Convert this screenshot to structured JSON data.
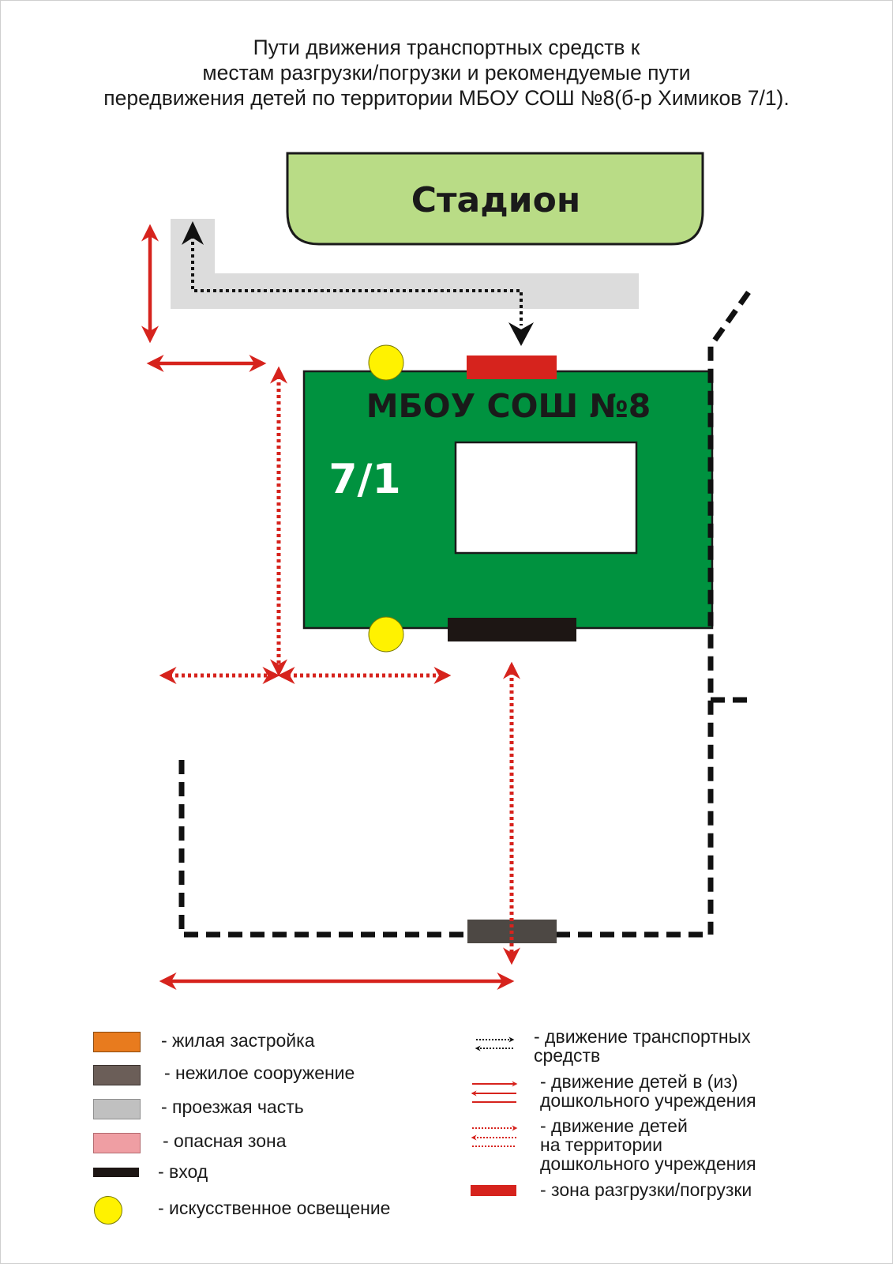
{
  "title": {
    "line1": "Пути движения транспортных средств к",
    "line2": "местам разгрузки/погрузки и рекомендуемые пути",
    "line3": "передвижения детей по территории МБОУ СОШ №8(б-р Химиков 7/1)."
  },
  "map": {
    "stadium_label": "Стадион",
    "school_name": "МБОУ СОШ №8",
    "address_label": "7/1"
  },
  "colors": {
    "stadium": "#b9dc86",
    "school": "#00923f",
    "road": "#dcdcdc",
    "child_arrow": "#d6231d",
    "unload_zone": "#d6231d",
    "entrance": "#1d1614",
    "gate": "#4d4844",
    "lamp": "#fff200",
    "fence": "#111111"
  },
  "legend": {
    "left": [
      {
        "label": "- жилая застройка",
        "swatch": "#e87b1e"
      },
      {
        "label": "- нежилое сооружение",
        "swatch": "#6b5e58"
      },
      {
        "label": "- проезжая часть",
        "swatch": "#c0c0c0"
      },
      {
        "label": "- опасная зона",
        "swatch": "#ef9ea3"
      },
      {
        "label": "- вход",
        "swatch": "#1d1614"
      },
      {
        "label": "- искусственное освещение",
        "swatch": "#fff200"
      }
    ],
    "right": [
      {
        "line1": "- движение транспортных",
        "line2": "средств"
      },
      {
        "line1": "- движение детей в (из)",
        "line2": "дошкольного учреждения"
      },
      {
        "line1": "- движение детей",
        "line2": "на территории",
        "line3": "дошкольного учреждения"
      },
      {
        "line1": "- зона разгрузки/погрузки"
      }
    ]
  }
}
